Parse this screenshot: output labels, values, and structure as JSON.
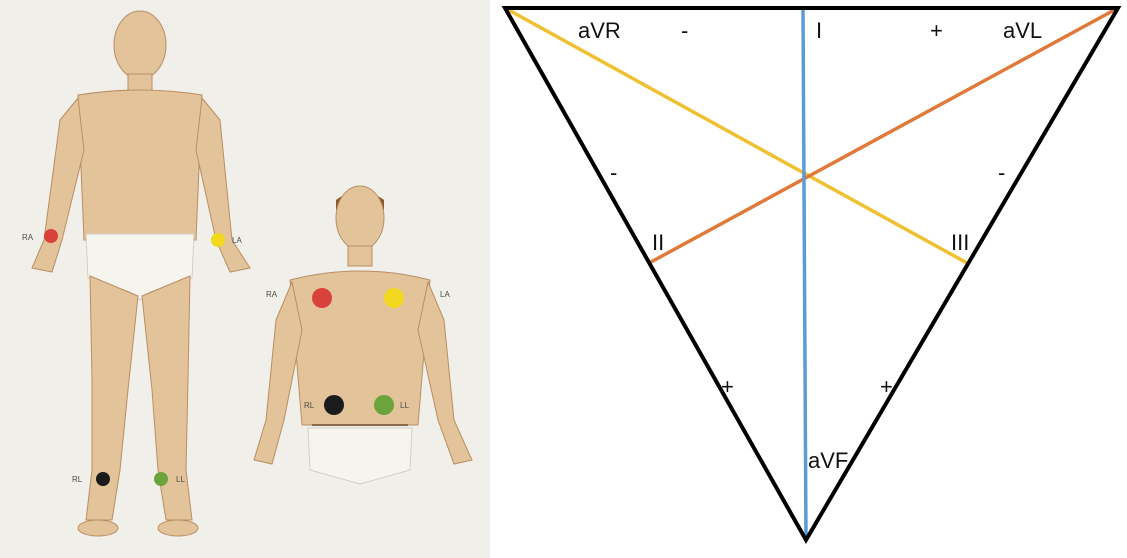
{
  "figure_left": {
    "colors": {
      "RA": "#d8423a",
      "LA": "#f2d81f",
      "RL": "#1b1b1b",
      "LL": "#6aa43a"
    },
    "standing_figure": {
      "labels": {
        "RA": "RA",
        "LA": "LA",
        "RL": "RL",
        "LL": "LL"
      }
    },
    "torso_figure": {
      "labels": {
        "RA": "RA",
        "LA": "LA",
        "RL": "RL",
        "LL": "LL"
      }
    }
  },
  "einthoven_triangle": {
    "labels": {
      "aVR": "aVR",
      "aVL": "aVL",
      "aVF": "aVF",
      "I": "I",
      "II": "II",
      "III": "III"
    },
    "signs": {
      "top_left": "-",
      "top_right": "+",
      "left_upper": "-",
      "right_upper": "-",
      "left_lower": "+",
      "right_lower": "+"
    },
    "line_colors": {
      "triangle": "#000000",
      "aVF": "#5b9bd5",
      "aVR": "#f0c030",
      "aVL": "#e07a3a"
    }
  }
}
